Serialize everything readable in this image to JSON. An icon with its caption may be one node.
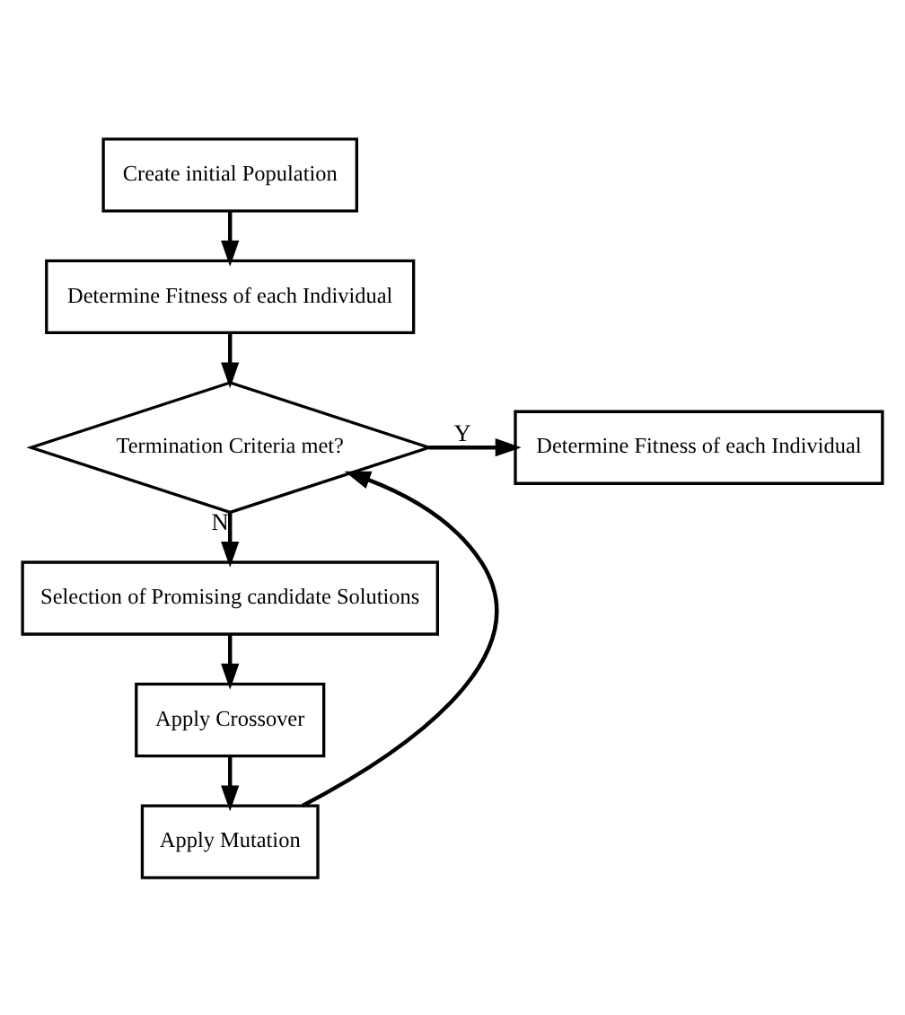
{
  "diagram": {
    "nodes": [
      {
        "text": [
          "Create initial Population"
        ]
      },
      {
        "text": [
          "Determine Fitness of each Individual"
        ]
      },
      {
        "text": [
          "Termination Criteria met?"
        ]
      },
      {
        "text": [
          "Determine Fitness of each Individual"
        ]
      },
      {
        "text": [
          "Selection of Promising candidate Solutions"
        ]
      },
      {
        "text": [
          "Apply Crossover"
        ]
      },
      {
        "text": [
          "Apply Mutation"
        ]
      }
    ],
    "edges": [
      {
        "from": 0,
        "to": 1,
        "arrow": "to"
      },
      {
        "from": 1,
        "to": 2,
        "arrow": "to"
      },
      {
        "from": 2,
        "to": 3,
        "arrow": "to",
        "label": "Y"
      },
      {
        "from": 2,
        "to": 4,
        "arrow": "to",
        "label": "N"
      },
      {
        "from": 4,
        "to": 5,
        "arrow": "to"
      },
      {
        "from": 5,
        "to": 6,
        "arrow": "to"
      },
      {
        "from": 6,
        "to": 2,
        "arrow": "to"
      }
    ]
  }
}
